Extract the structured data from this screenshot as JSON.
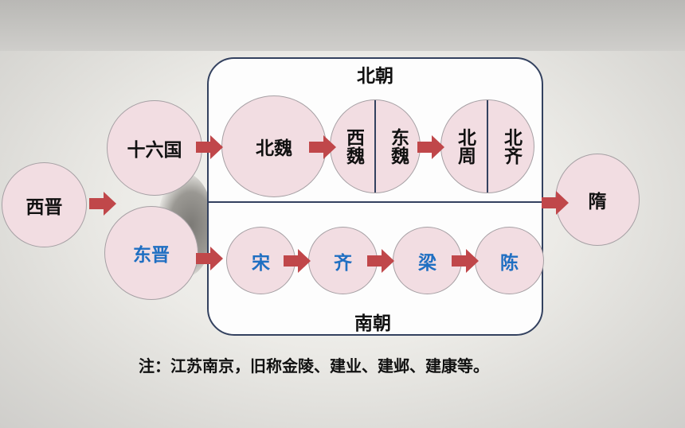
{
  "diagram": {
    "north_label": "北朝",
    "south_label": "南朝",
    "nodes": {
      "xijin": "西晋",
      "shiliuguo": "十六国",
      "dongjin": "东晋",
      "beiwei": "北魏",
      "xiwei": "西魏",
      "dongwei": "东魏",
      "beizhou": "北周",
      "beiqi": "北齐",
      "song": "宋",
      "qi": "齐",
      "liang": "梁",
      "chen": "陈",
      "sui": "隋"
    },
    "note": "注：江苏南京，旧称金陵、建业、建邺、建康等。"
  },
  "colors": {
    "circle_fill": "#f2dde2",
    "arrow": "#c0474a",
    "frame": "#33415f",
    "blue_text": "#1f6fc2"
  }
}
